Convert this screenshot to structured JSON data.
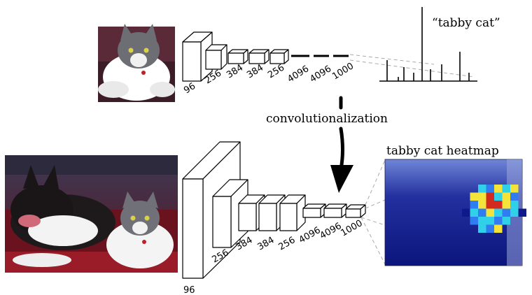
{
  "top_network": {
    "layer_labels": [
      "96",
      "256",
      "384",
      "384",
      "256",
      "4096",
      "4096",
      "1000"
    ]
  },
  "top_output": {
    "label": "“tabby cat”"
  },
  "middle": {
    "label": "convolutionalization"
  },
  "bottom_network": {
    "layer_labels": [
      "96",
      "256",
      "384",
      "384",
      "256",
      "4096",
      "4096",
      "1000"
    ]
  },
  "heatmap": {
    "title": "tabby cat heatmap",
    "colors": {
      "background": "#0e1a8c",
      "hot": "#d22a1e",
      "warm": "#f3e33a",
      "cool": "#2fd0e8",
      "mid": "#2f7df0"
    }
  },
  "photos": {
    "cat_photo": "cat-photo",
    "scene_photo": "dog-and-cat-photo"
  }
}
